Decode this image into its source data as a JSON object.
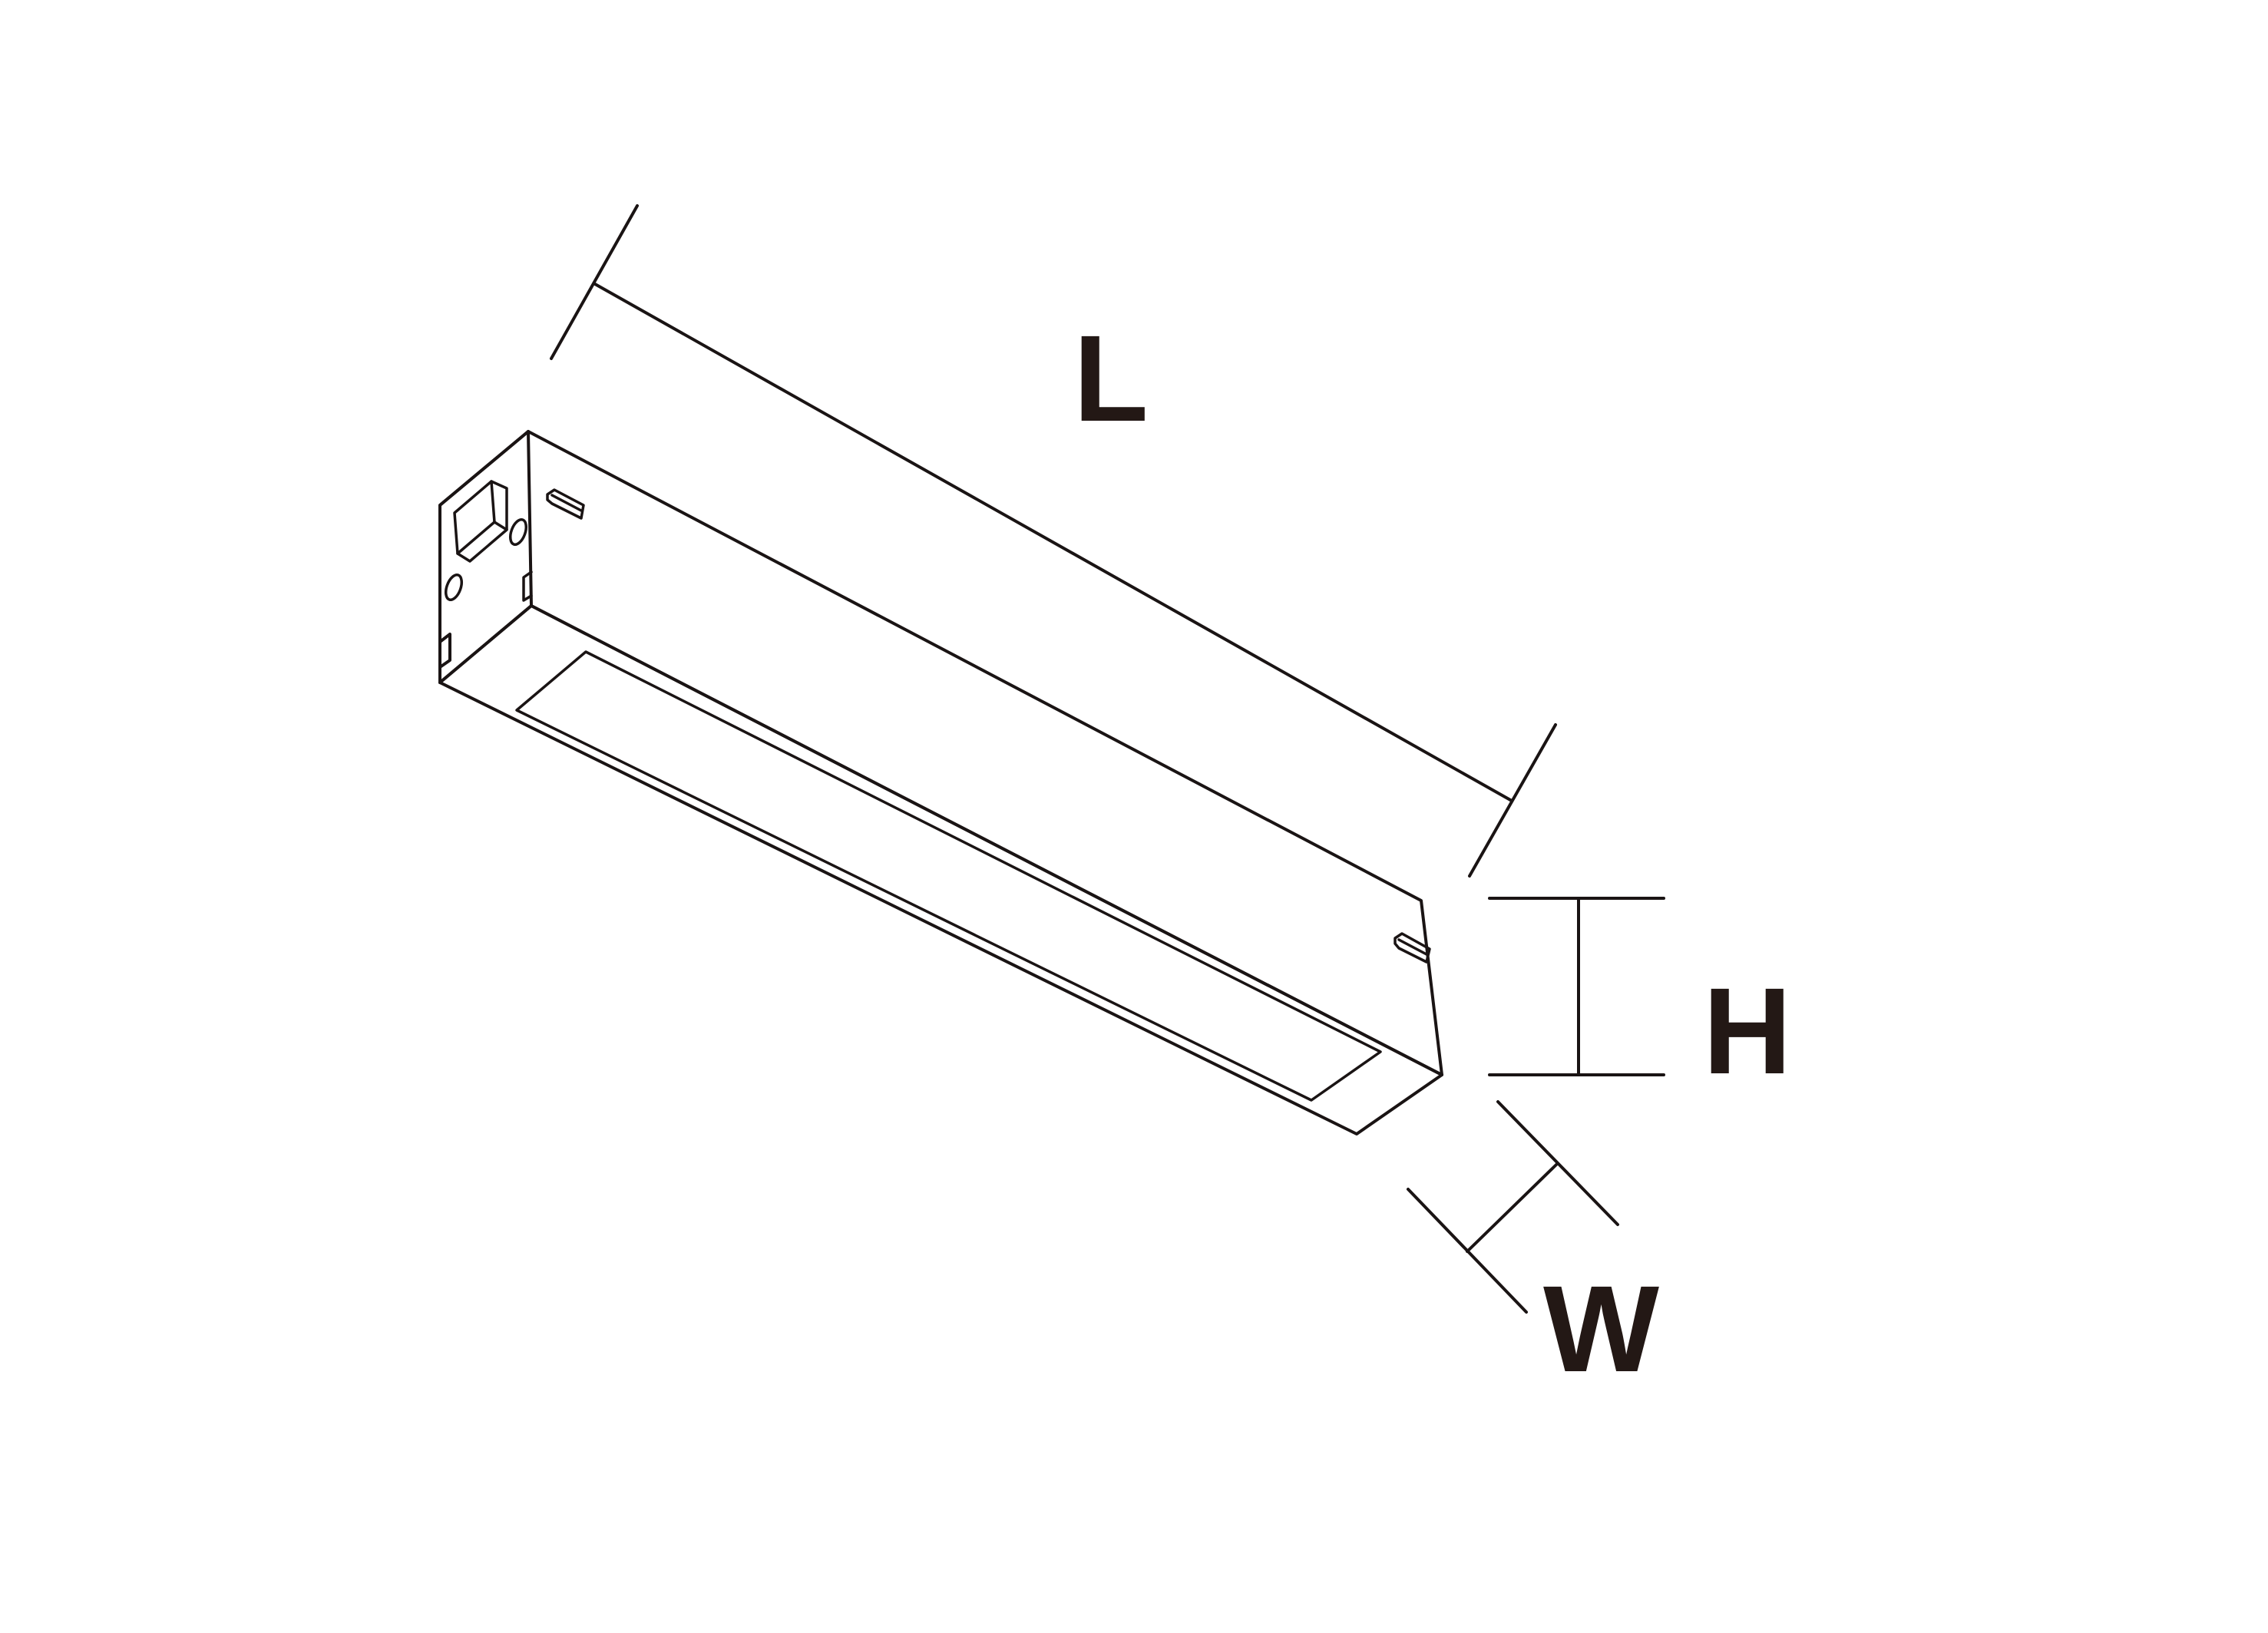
{
  "diagram": {
    "labels": {
      "length": "L",
      "height": "H",
      "width": "W"
    },
    "line_color": "#1a1414",
    "text_color": "#231815",
    "background": "#ffffff"
  }
}
